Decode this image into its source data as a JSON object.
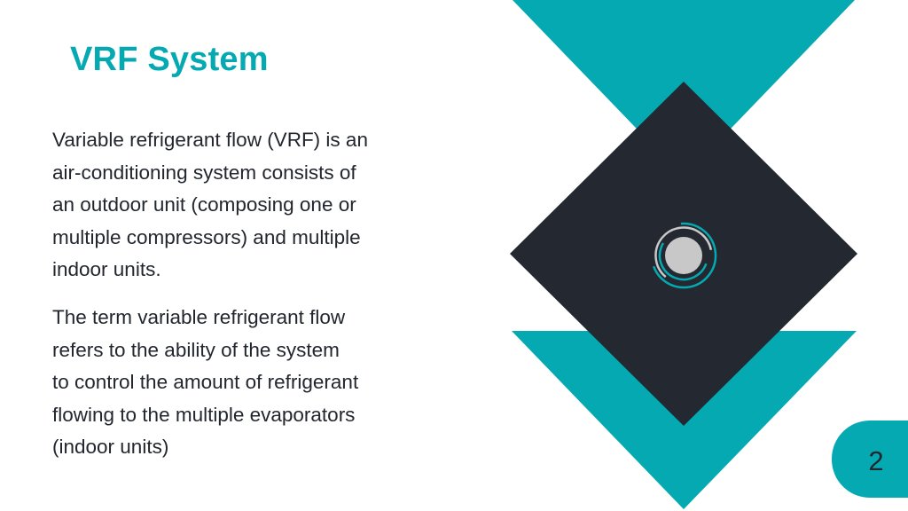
{
  "slide": {
    "title": "VRF System",
    "paragraphs": [
      {
        "lines": [
          "Variable refrigerant flow (VRF) is an",
          "air-conditioning system consists of",
          "an outdoor unit (composing one or",
          "multiple compressors) and multiple",
          "indoor units."
        ]
      },
      {
        "lines": [
          "The term variable refrigerant flow",
          "refers to the ability of the system",
          "to control the amount of refrigerant",
          "flowing to the multiple evaporators",
          "(indoor units)"
        ]
      }
    ],
    "page_number": "2"
  },
  "graphic": {
    "center_icon": "circular-progress-icon"
  },
  "colors": {
    "accent": "#05a9b1",
    "dark": "#232831",
    "light_gray": "#c8c8c8",
    "text": "#22262e",
    "background": "#ffffff"
  }
}
